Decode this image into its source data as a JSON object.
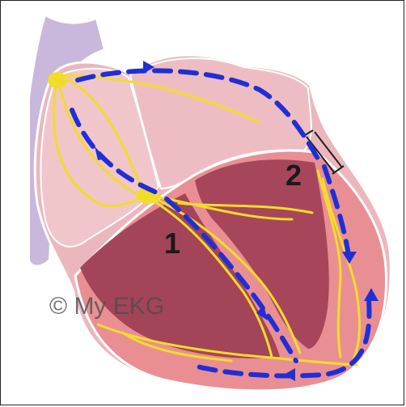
{
  "diagram": {
    "labels": {
      "marker_1": "1",
      "marker_2": "2"
    },
    "watermark": "© My EKG"
  },
  "colors": {
    "pathway_blue": "#1f2fd6",
    "conduction_yellow": "#f2dc2a",
    "atrium_pink": "#e8a9b1",
    "ventricle_wall": "#e98f93",
    "ventricle_cavity": "#a34552",
    "vein_lavender": "#c9b8dc"
  }
}
